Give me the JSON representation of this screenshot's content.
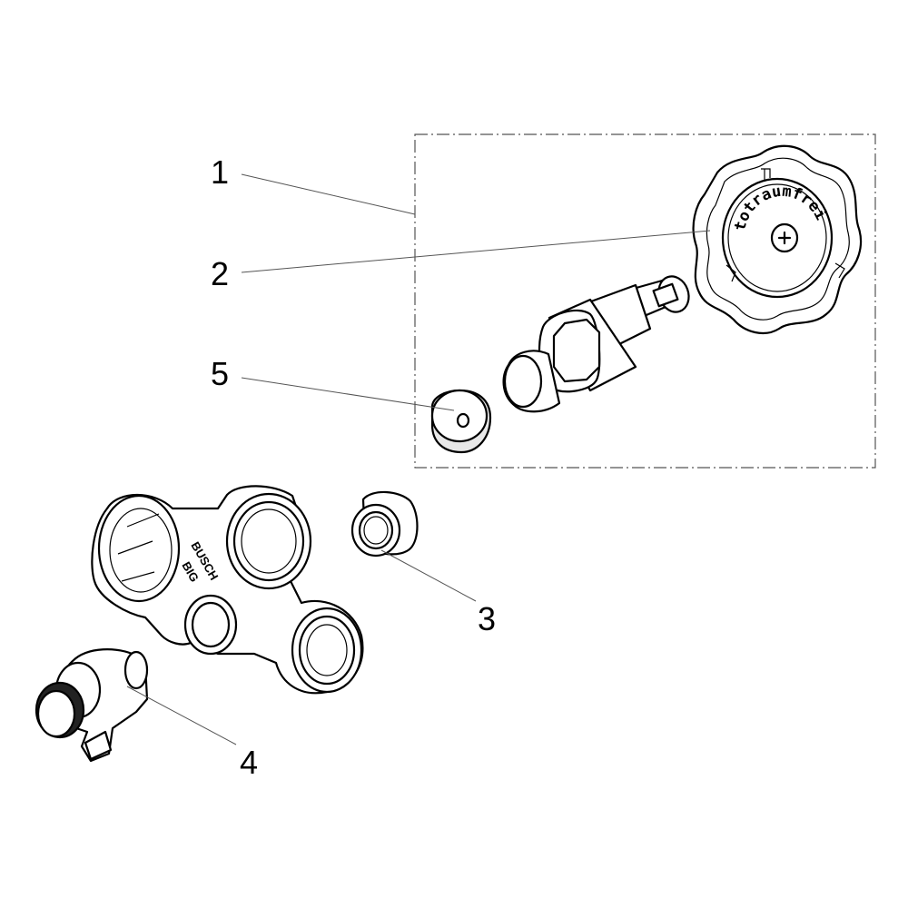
{
  "figure": {
    "callouts": [
      {
        "id": "1",
        "label": "1"
      },
      {
        "id": "2",
        "label": "2"
      },
      {
        "id": "3",
        "label": "3"
      },
      {
        "id": "4",
        "label": "4"
      },
      {
        "id": "5",
        "label": "5"
      }
    ],
    "handwheel_marking": "totraumfrei",
    "valve_body_marking_1": "BUSCH",
    "valve_body_marking_2": "BIG"
  }
}
